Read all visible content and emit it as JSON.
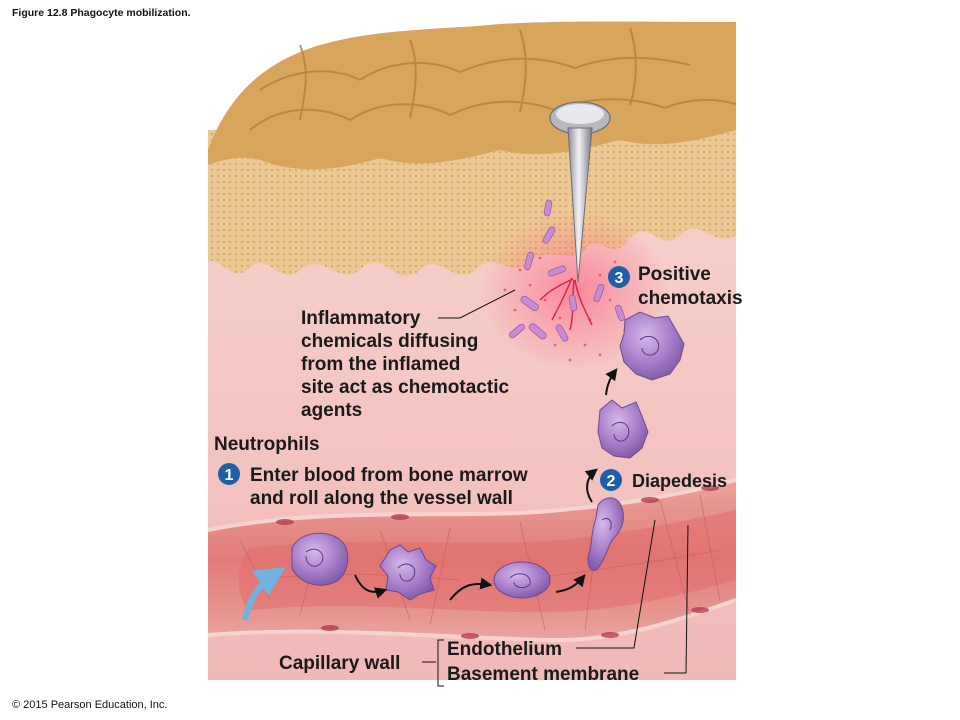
{
  "caption": "Figure 12.8 Phagocyte mobilization.",
  "copyright": "© 2015 Pearson Education, Inc.",
  "labels": {
    "inflammatory": [
      "Inflammatory",
      "chemicals diffusing",
      "from the inflamed",
      "site act as chemotactic",
      "agents"
    ],
    "neutrophils": "Neutrophils",
    "step1_text": [
      "Enter blood from bone marrow",
      "and roll along the vessel wall"
    ],
    "step2_text": "Diapedesis",
    "step3_text": [
      "Positive",
      "chemotaxis"
    ],
    "capillary_wall": "Capillary wall",
    "endothelium": "Endothelium",
    "basement_membrane": "Basement membrane"
  },
  "steps": {
    "s1": "1",
    "s2": "2",
    "s3": "3"
  },
  "colors": {
    "step_badge": "#1f5fa8",
    "skin_surface": "#d7a55c",
    "dermis": "#f3c6c4",
    "capillary": "#e48a86",
    "neutrophil": "#a47bc6",
    "bacteria": "#c98bd1",
    "arrow_blue": "#6fb3e0"
  }
}
